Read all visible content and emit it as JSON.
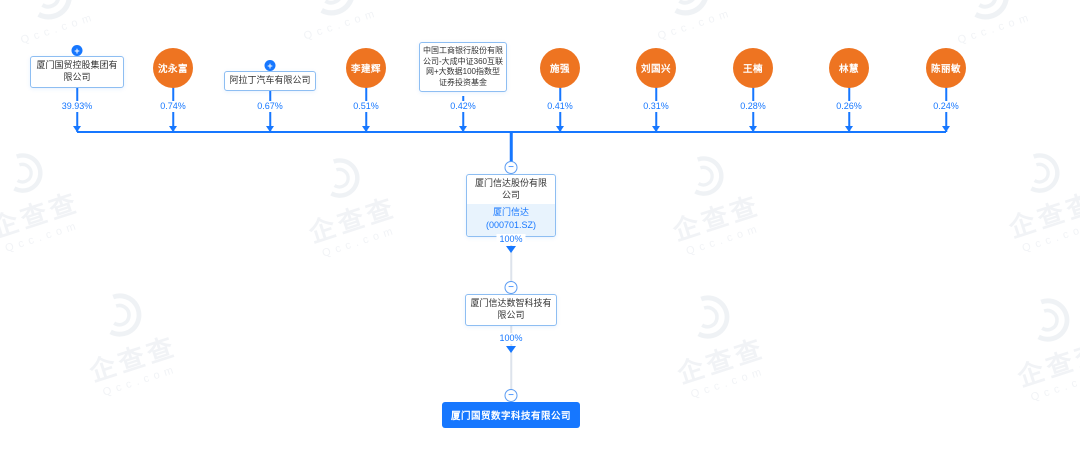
{
  "watermark": {
    "brand": "企查查",
    "domain": "Qcc.com"
  },
  "icons": {
    "expand": "+",
    "collapse": "−"
  },
  "colors": {
    "line_blue": "#1677ff",
    "person_node_orange": "#ee7421",
    "box_border_blue": "#8ebef2",
    "stock_section_bg": "#e8f3fd",
    "highlight_box_bg": "#1677ff",
    "muted_line_gray": "#dde3ec"
  },
  "shareholders": [
    {
      "name": "厦门国贸控股集团有限公司",
      "type": "company",
      "percent": "39.93%",
      "expandable": true
    },
    {
      "name": "沈永富",
      "type": "person",
      "percent": "0.74%"
    },
    {
      "name": "阿拉丁汽车有限公司",
      "type": "company",
      "percent": "0.67%",
      "expandable": true
    },
    {
      "name": "李建辉",
      "type": "person",
      "percent": "0.51%"
    },
    {
      "name": "中国工商银行股份有限公司-大成中证360互联网+大数据100指数型证券投资基金",
      "type": "company",
      "percent": "0.42%"
    },
    {
      "name": "施强",
      "type": "person",
      "percent": "0.41%"
    },
    {
      "name": "刘国兴",
      "type": "person",
      "percent": "0.31%"
    },
    {
      "name": "王楠",
      "type": "person",
      "percent": "0.28%"
    },
    {
      "name": "林慧",
      "type": "person",
      "percent": "0.26%"
    },
    {
      "name": "陈丽敏",
      "type": "person",
      "percent": "0.24%"
    }
  ],
  "chain": [
    {
      "name": "厦门信达股份有限公司",
      "stock_name": "厦门信达",
      "stock_code": "(000701.SZ)",
      "ownership_to_next": "100%"
    },
    {
      "name": "厦门信达数智科技有限公司",
      "ownership_to_next": "100%"
    },
    {
      "name": "厦门国贸数字科技有限公司",
      "highlight": true
    }
  ]
}
